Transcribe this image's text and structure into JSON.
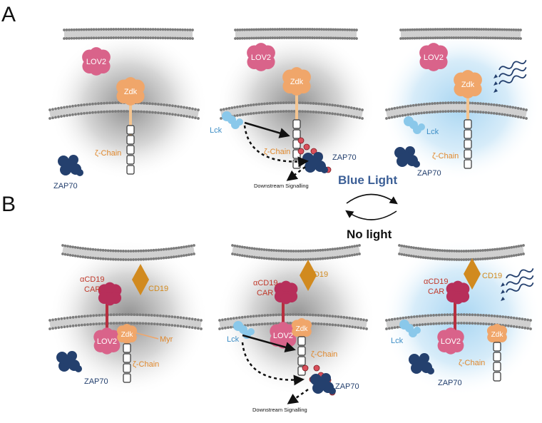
{
  "panels": {
    "a": "A",
    "b": "B"
  },
  "labels": {
    "lov2": "LOV2",
    "zdk": "Zdk",
    "zeta": "ζ-Chain",
    "zap70": "ZAP70",
    "lck": "Lck",
    "downstream": "Downstream Signalling",
    "cd19": "CD19",
    "car_line1": "αCD19",
    "car_line2": "CAR",
    "myr": "Myr"
  },
  "switch": {
    "blue": "Blue Light",
    "none": "No light"
  },
  "colors": {
    "lov2": "#d9638a",
    "zdk": "#f0a66a",
    "zap70": "#24406e",
    "lck": "#8ac8ea",
    "cd19": "#d18a1f",
    "car": "#b72f3f",
    "phospho": "#d94f5a",
    "blue_text": "#3c5f96",
    "lck_text": "#3d8ec6",
    "zeta_text": "#e0882c",
    "car_text": "#c0392b"
  }
}
